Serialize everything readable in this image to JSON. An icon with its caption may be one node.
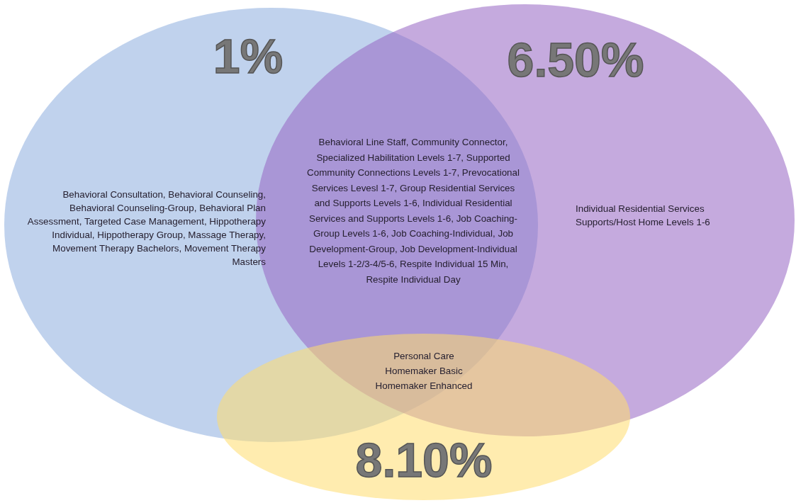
{
  "diagram": {
    "nodes": [
      {
        "text": [
          "1%",
          "Behavioral Consultation, Behavioral Counseling, Behavioral Counseling-Group, Behavioral Plan Assessment, Targeted Case Management, Hippotherapy Individual, Hippotherapy Group, Massage Therapy, Movement Therapy Bachelors, Movement Therapy Masters"
        ]
      },
      {
        "text": [
          "6.50%",
          "Individual Residential Services Supports/Host Home Levels 1-6"
        ]
      },
      {
        "text": [
          "8.10%"
        ]
      }
    ],
    "labels": [
      "Behavioral Line Staff, Community Connector, Specialized Habilitation Levels 1-7, Supported Community Connections Levels 1-7, Prevocational Services Levesl 1-7, Group Residential Services and Supports Levels 1-6, Individual Residential Services and Supports Levels 1-6, Job Coaching-Group Levels 1-6, Job Coaching-Individual, Job Development-Group, Job Development-Individual Levels 1-2/3-4/5-6, Respite Individual 15 Min, Respite Individual Day",
      "Personal Care",
      "Homemaker Basic",
      "Homemaker Enhanced"
    ]
  }
}
